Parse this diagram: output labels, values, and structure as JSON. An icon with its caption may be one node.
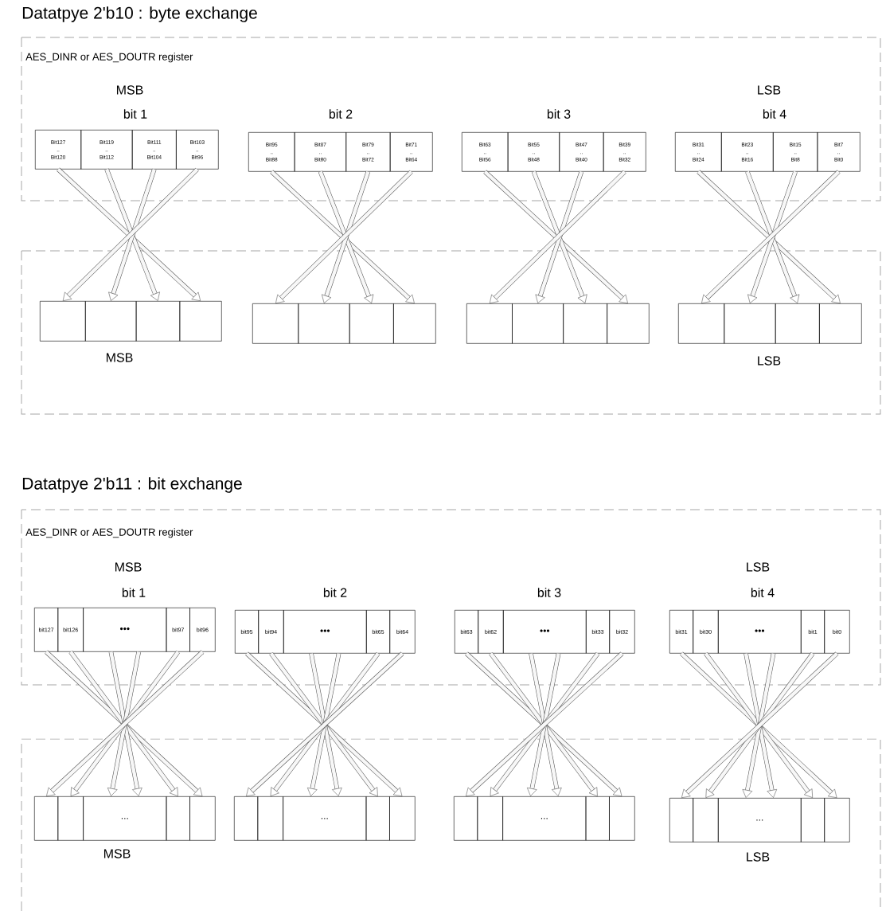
{
  "diagram": {
    "nodes": [
      {
        "text": [
          "AES_DINR or AES_DOUTR register"
        ]
      },
      {
        "text": [
          "Bit127 .. Bit120"
        ],
        "in": 0
      },
      {
        "text": [
          "Bit119 .. Bit112"
        ],
        "in": 0
      },
      {
        "text": [
          "Bit111 .. Bit104"
        ],
        "in": 0
      },
      {
        "text": [
          "Bit103 .. Bit96"
        ],
        "in": 0
      },
      {
        "text": [
          "Bit95 .. Bit88"
        ],
        "in": 0
      },
      {
        "text": [
          "Bit87 .. Bit80"
        ],
        "in": 0
      },
      {
        "text": [
          "Bit79 .. Bit72"
        ],
        "in": 0
      },
      {
        "text": [
          "Bit71 .. Bit64"
        ],
        "in": 0
      },
      {
        "text": [
          "Bit63 .. Bit56"
        ],
        "in": 0
      },
      {
        "text": [
          "Bit55 .. Bit48"
        ],
        "in": 0
      },
      {
        "text": [
          "Bit47 .. Bit40"
        ],
        "in": 0
      },
      {
        "text": [
          "Bit39 .. Bit32"
        ],
        "in": 0
      },
      {
        "text": [
          "Bit31 .. Bit24"
        ],
        "in": 0
      },
      {
        "text": [
          "Bit23 .. Bit16"
        ],
        "in": 0
      },
      {
        "text": [
          "Bit15 .. Bit8"
        ],
        "in": 0
      },
      {
        "text": [
          "Bit7 .. Bit0"
        ],
        "in": 0
      },
      {
        "text": [],
        "shape": "box"
      },
      {
        "text": [],
        "shape": "box",
        "in": 17
      },
      {
        "text": [],
        "shape": "box",
        "in": 17
      },
      {
        "text": [],
        "shape": "box",
        "in": 17
      },
      {
        "text": [],
        "shape": "box",
        "in": 17
      },
      {
        "text": [],
        "shape": "box",
        "in": 17
      },
      {
        "text": [],
        "shape": "box",
        "in": 17
      },
      {
        "text": [],
        "shape": "box",
        "in": 17
      },
      {
        "text": [],
        "shape": "box",
        "in": 17
      },
      {
        "text": [],
        "shape": "box",
        "in": 17
      },
      {
        "text": [],
        "shape": "box",
        "in": 17
      },
      {
        "text": [],
        "shape": "box",
        "in": 17
      },
      {
        "text": [],
        "shape": "box",
        "in": 17
      },
      {
        "text": [],
        "shape": "box",
        "in": 17
      },
      {
        "text": [],
        "shape": "box",
        "in": 17
      },
      {
        "text": [],
        "shape": "box",
        "in": 17
      },
      {
        "text": [],
        "shape": "box",
        "in": 17
      },
      {
        "text": [
          "AES_DINR or AES_DOUTR register"
        ]
      },
      {
        "text": [
          "bit127"
        ],
        "in": 34
      },
      {
        "text": [
          "bit126"
        ],
        "in": 34
      },
      {
        "text": [
          "•••"
        ],
        "in": 34
      },
      {
        "text": [
          "bit97"
        ],
        "in": 34
      },
      {
        "text": [
          "bit96"
        ],
        "in": 34
      },
      {
        "text": [
          "bit95"
        ],
        "in": 34
      },
      {
        "text": [
          "bit94"
        ],
        "in": 34
      },
      {
        "text": [
          "•••"
        ],
        "in": 34
      },
      {
        "text": [
          "bit65"
        ],
        "in": 34
      },
      {
        "text": [
          "bit64"
        ],
        "in": 34
      },
      {
        "text": [
          "bit63"
        ],
        "in": 34
      },
      {
        "text": [
          "bit62"
        ],
        "in": 34
      },
      {
        "text": [
          "•••"
        ],
        "in": 34
      },
      {
        "text": [
          "bit33"
        ],
        "in": 34
      },
      {
        "text": [
          "bit32"
        ],
        "in": 34
      },
      {
        "text": [
          "bit31"
        ],
        "in": 34
      },
      {
        "text": [
          "bit30"
        ],
        "in": 34
      },
      {
        "text": [
          "•••"
        ],
        "in": 34
      },
      {
        "text": [
          "bit1"
        ],
        "in": 34
      },
      {
        "text": [
          "bit0"
        ],
        "in": 34
      },
      {
        "text": [],
        "shape": "box"
      },
      {
        "text": [],
        "shape": "box",
        "in": 55
      },
      {
        "text": [],
        "shape": "box",
        "in": 55
      },
      {
        "text": [
          "..."
        ],
        "in": 55
      },
      {
        "text": [],
        "shape": "box",
        "in": 55
      },
      {
        "text": [],
        "shape": "box",
        "in": 55
      },
      {
        "text": [],
        "shape": "box",
        "in": 55
      },
      {
        "text": [],
        "shape": "box",
        "in": 55
      },
      {
        "text": [
          "..."
        ],
        "in": 55
      },
      {
        "text": [],
        "shape": "box",
        "in": 55
      },
      {
        "text": [],
        "shape": "box",
        "in": 55
      },
      {
        "text": [],
        "shape": "box",
        "in": 55
      },
      {
        "text": [],
        "shape": "box",
        "in": 55
      },
      {
        "text": [
          "..."
        ],
        "in": 55
      },
      {
        "text": [],
        "shape": "box",
        "in": 55
      },
      {
        "text": [],
        "shape": "box",
        "in": 55
      },
      {
        "text": [],
        "shape": "box",
        "in": 55
      },
      {
        "text": [],
        "shape": "box",
        "in": 55
      },
      {
        "text": [
          "..."
        ],
        "in": 55
      },
      {
        "text": [],
        "shape": "box",
        "in": 55
      },
      {
        "text": [],
        "shape": "box",
        "in": 55
      }
    ],
    "edges": [
      {
        "from": 1,
        "to": 21,
        "arrow": "to"
      },
      {
        "from": 2,
        "to": 20,
        "arrow": "to"
      },
      {
        "from": 3,
        "to": 19,
        "arrow": "to"
      },
      {
        "from": 4,
        "to": 18,
        "arrow": "to"
      },
      {
        "from": 5,
        "to": 25,
        "arrow": "to"
      },
      {
        "from": 6,
        "to": 24,
        "arrow": "to"
      },
      {
        "from": 7,
        "to": 23,
        "arrow": "to"
      },
      {
        "from": 8,
        "to": 22,
        "arrow": "to"
      },
      {
        "from": 9,
        "to": 29,
        "arrow": "to"
      },
      {
        "from": 10,
        "to": 28,
        "arrow": "to"
      },
      {
        "from": 11,
        "to": 27,
        "arrow": "to"
      },
      {
        "from": 12,
        "to": 26,
        "arrow": "to"
      },
      {
        "from": 13,
        "to": 33,
        "arrow": "to"
      },
      {
        "from": 14,
        "to": 32,
        "arrow": "to"
      },
      {
        "from": 15,
        "to": 31,
        "arrow": "to"
      },
      {
        "from": 16,
        "to": 30,
        "arrow": "to"
      },
      {
        "from": 35,
        "to": 60,
        "arrow": "to"
      },
      {
        "from": 36,
        "to": 59,
        "arrow": "to"
      },
      {
        "from": 37,
        "to": 58,
        "arrow": "to"
      },
      {
        "from": 37,
        "to": 58,
        "arrow": "to"
      },
      {
        "from": 38,
        "to": 57,
        "arrow": "to"
      },
      {
        "from": 39,
        "to": 56,
        "arrow": "to"
      },
      {
        "from": 40,
        "to": 65,
        "arrow": "to"
      },
      {
        "from": 41,
        "to": 64,
        "arrow": "to"
      },
      {
        "from": 42,
        "to": 63,
        "arrow": "to"
      },
      {
        "from": 42,
        "to": 63,
        "arrow": "to"
      },
      {
        "from": 43,
        "to": 62,
        "arrow": "to"
      },
      {
        "from": 44,
        "to": 61,
        "arrow": "to"
      },
      {
        "from": 45,
        "to": 70,
        "arrow": "to"
      },
      {
        "from": 46,
        "to": 69,
        "arrow": "to"
      },
      {
        "from": 47,
        "to": 68,
        "arrow": "to"
      },
      {
        "from": 47,
        "to": 68,
        "arrow": "to"
      },
      {
        "from": 48,
        "to": 67,
        "arrow": "to"
      },
      {
        "from": 49,
        "to": 66,
        "arrow": "to"
      },
      {
        "from": 50,
        "to": 75,
        "arrow": "to"
      },
      {
        "from": 51,
        "to": 74,
        "arrow": "to"
      },
      {
        "from": 52,
        "to": 73,
        "arrow": "to"
      },
      {
        "from": 52,
        "to": 73,
        "arrow": "to"
      },
      {
        "from": 53,
        "to": 72,
        "arrow": "to"
      },
      {
        "from": 54,
        "to": 71,
        "arrow": "to"
      }
    ],
    "labels": [
      "Datatpye 2'b10 : byte exchange",
      "MSB",
      "LSB",
      "bit 1",
      "bit 2",
      "bit 3",
      "bit 4",
      "MSB",
      "LSB",
      "Datatpye 2'b11 : bit exchange",
      "MSB",
      "LSB",
      "bit 1",
      "bit 2",
      "bit 3",
      "bit 4",
      "MSB",
      "LSB"
    ]
  }
}
